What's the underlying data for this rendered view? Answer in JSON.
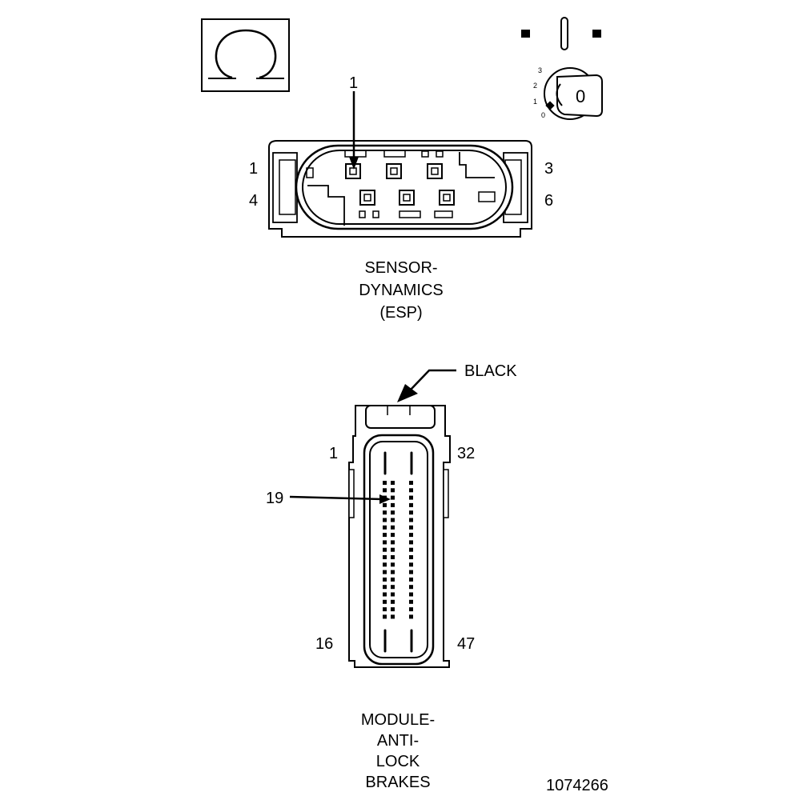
{
  "ohm_icon": {
    "name": "ohmmeter-icon"
  },
  "ignition_icon": {
    "name": "ignition-key-off-icon",
    "positions": [
      "0",
      "1",
      "2",
      "3"
    ],
    "key_label": "0"
  },
  "esp_connector": {
    "arrow_label": "1",
    "pin_labels": {
      "top_left": "1",
      "bottom_left": "4",
      "top_right": "3",
      "bottom_right": "6"
    },
    "caption": [
      "SENSOR-",
      "DYNAMICS",
      "(ESP)"
    ]
  },
  "abs_connector": {
    "color_label": "BLACK",
    "pin_labels": {
      "top_left": "1",
      "top_right": "32",
      "bottom_left": "16",
      "bottom_right": "47"
    },
    "arrow_label": "19",
    "caption": [
      "MODULE-",
      "ANTI-",
      "LOCK",
      "BRAKES"
    ]
  },
  "figure_number": "1074266"
}
